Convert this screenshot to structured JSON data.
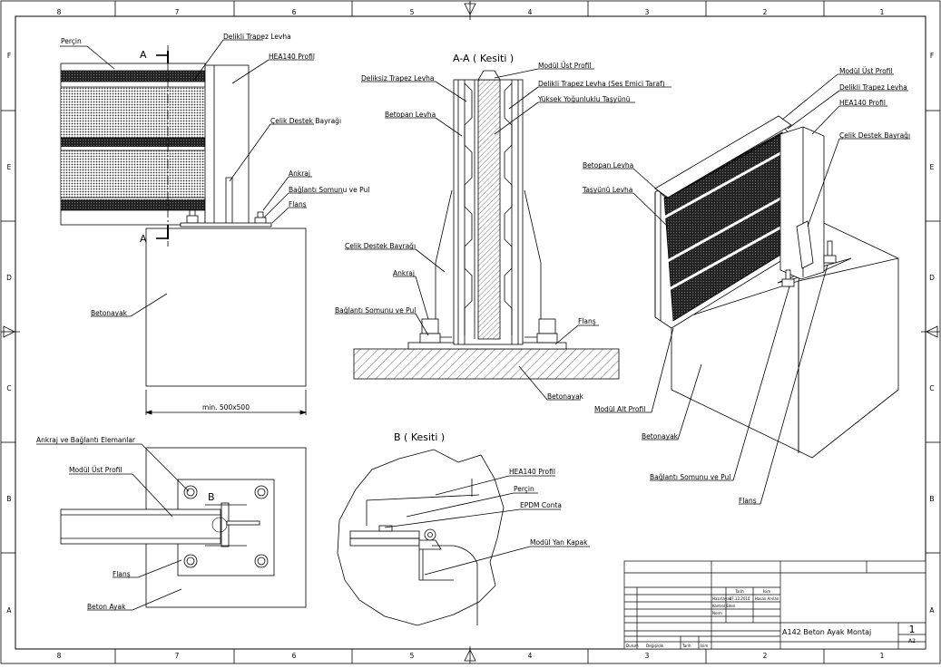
{
  "sheet": {
    "zones_top": [
      "8",
      "7",
      "6",
      "5",
      "4",
      "3",
      "2",
      "1"
    ],
    "zones_side": [
      "F",
      "E",
      "D",
      "C",
      "B",
      "A"
    ],
    "ink_color": "#000000",
    "paper_color": "#ffffff"
  },
  "front_view": {
    "labels": {
      "percin": "Perçin",
      "delikli_trapez": "Delikli Trapez Levha",
      "hea140": "HEA140 Profil",
      "celik_destek": "Çelik Destek Bayrağı",
      "ankraj": "Ankraj",
      "baglanti": "Bağlantı Somunu ve Pul",
      "flans": "Flanş",
      "betonayak": "Betonayak",
      "section_a_top": "A",
      "section_a_bottom": "A"
    },
    "dimension": "min. 500x500"
  },
  "section_aa": {
    "title": "A-A ( Kesiti )",
    "labels": {
      "modul_ust": "Modül Üst Profil",
      "deliksiz": "Deliksiz Trapez Levha",
      "delikli_ses": "Delikli Trapez Levha (Ses Emici Taraf)",
      "yuksek": "Yüksek Yoğunluklu Taşyünü",
      "betopan": "Betopan Levha",
      "celik_destek": "Çelik Destek Bayrağı",
      "ankraj": "Ankraj",
      "baglanti": "Bağlantı Somunu ve Pul",
      "flans": "Flanş",
      "betonayak": "Betonayak"
    }
  },
  "iso_view": {
    "labels": {
      "modul_ust": "Modül Üst Profil",
      "delikli": "Delikli Trapez Levha",
      "hea140": "HEA140 Profil",
      "celik_destek": "Çelik Destek Bayrağı",
      "betopan": "Betopan Levha",
      "tasyunu": "Taşyünü Levha",
      "modul_alt": "Modül Alt Profil",
      "betonayak": "Betonayak",
      "baglanti": "Bağlantı Somunu ve Pul",
      "flans": "Flanş"
    }
  },
  "plan_view": {
    "labels": {
      "ankraj_elemanlar": "Ankraj ve Bağlantı Elemanlar",
      "modul_ust": "Modül Üst Profil",
      "detail_b": "B",
      "flans": "Flanş",
      "beton_ayak": "Beton Ayak"
    }
  },
  "section_b": {
    "title": "B ( Kesiti )",
    "labels": {
      "hea140": "HEA140 Profil",
      "percin": "Perçin",
      "epdm": "EPDM Conta",
      "yan_kapak": "Modül Yan Kapak"
    }
  },
  "title_block": {
    "col_tarih": "Tarih",
    "col_isim": "İsim",
    "row_hazirlayan": "Hazırlayan",
    "row_kontrol": "Kontrol Eden",
    "row_norm": "Norm",
    "date": "07.12.2010",
    "author": "Hasan Arslan",
    "drawing_title": "A142 Beton Ayak Montaj",
    "sheet_no": "1",
    "paper_size": "A2",
    "rev_durum": "Durum",
    "rev_degisiklik": "Değişiklik",
    "rev_tarih": "Tarih",
    "rev_isim": "İsim"
  }
}
